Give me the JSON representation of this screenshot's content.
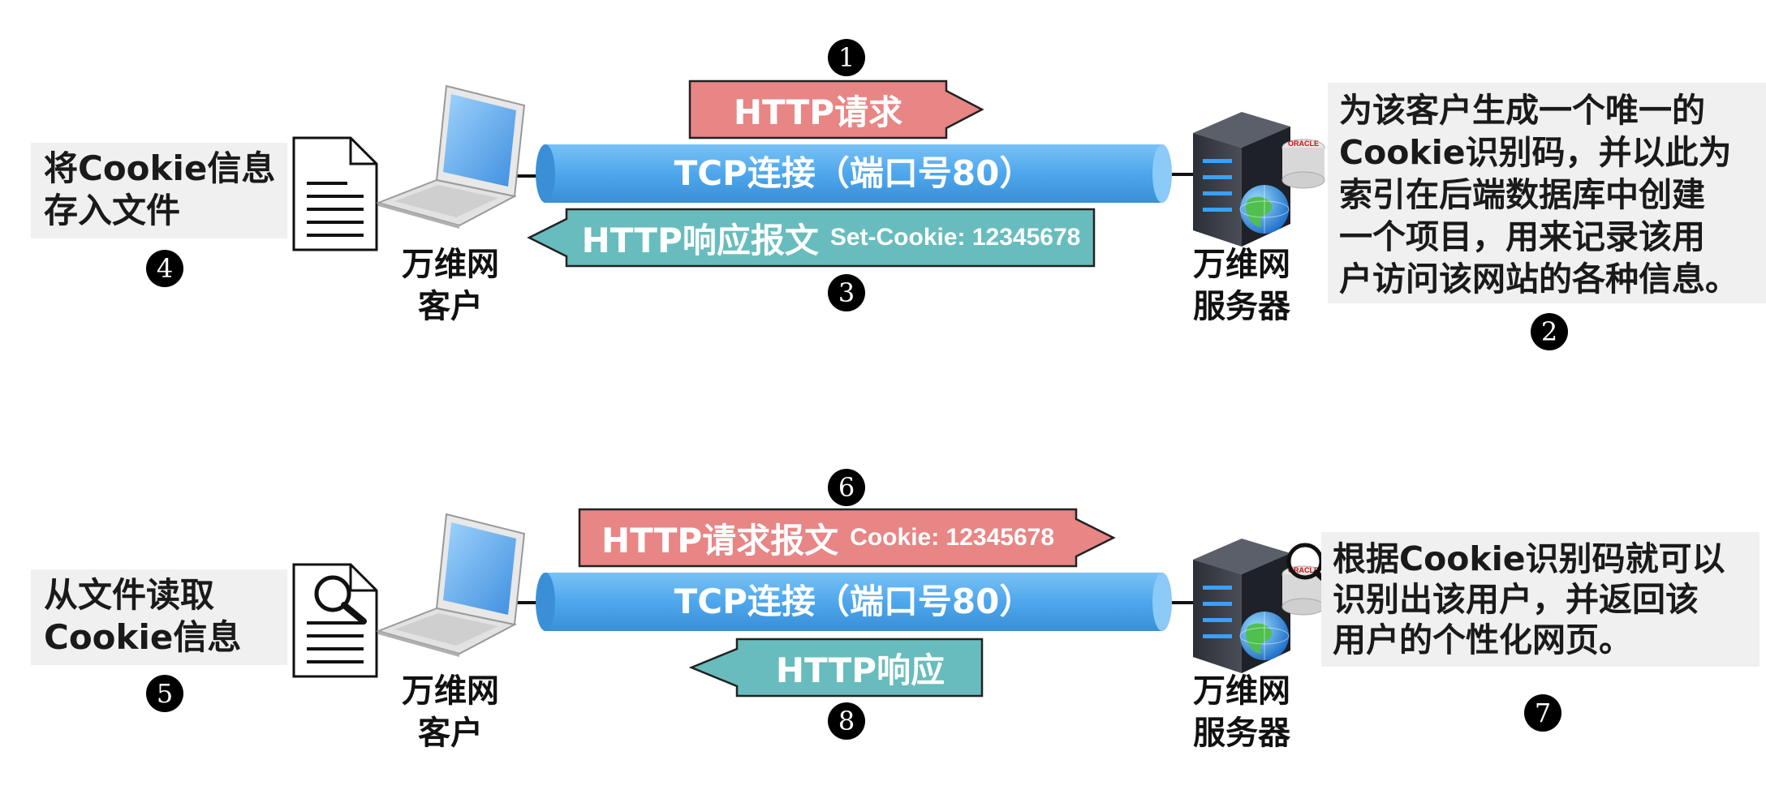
{
  "top": {
    "request_label": "HTTP请求",
    "tcp_label": "TCP连接（端口号80）",
    "response_label": "HTTP响应报文",
    "response_detail": "Set-Cookie: 12345678",
    "client_lines": [
      "万维网",
      "客户"
    ],
    "server_lines": [
      "万维网",
      "服务器"
    ],
    "left_note": [
      "将Cookie信息",
      "存入文件"
    ],
    "right_note": [
      "为该客户生成一个唯一的",
      "Cookie识别码，并以此为",
      "索引在后端数据库中创建",
      "一个项目，用来记录该用",
      "户访问该网站的各种信息。"
    ],
    "steps": {
      "request": "1",
      "server": "2",
      "response": "3",
      "client": "4"
    }
  },
  "bottom": {
    "request_label": "HTTP请求报文",
    "request_detail": "Cookie: 12345678",
    "tcp_label": "TCP连接（端口号80）",
    "response_label": "HTTP响应",
    "client_lines": [
      "万维网",
      "客户"
    ],
    "server_lines": [
      "万维网",
      "服务器"
    ],
    "left_note": [
      "从文件读取",
      "Cookie信息"
    ],
    "right_note": [
      "根据Cookie识别码就可以",
      "识别出该用户，并返回该",
      "用户的个性化网页。"
    ],
    "steps": {
      "client": "5",
      "request": "6",
      "server": "7",
      "response": "8"
    }
  },
  "icons": {
    "laptop": "laptop-icon",
    "server": "server-icon",
    "document": "document-icon",
    "document_search": "document-search-icon",
    "database": "database-icon",
    "globe": "globe-icon"
  },
  "colors": {
    "request_arrow": "#e88585",
    "response_arrow": "#68bcbd",
    "tcp_pipe": "#4ea7ec",
    "note_bg": "#f0f0f0"
  },
  "logo_text": "ORACLE"
}
